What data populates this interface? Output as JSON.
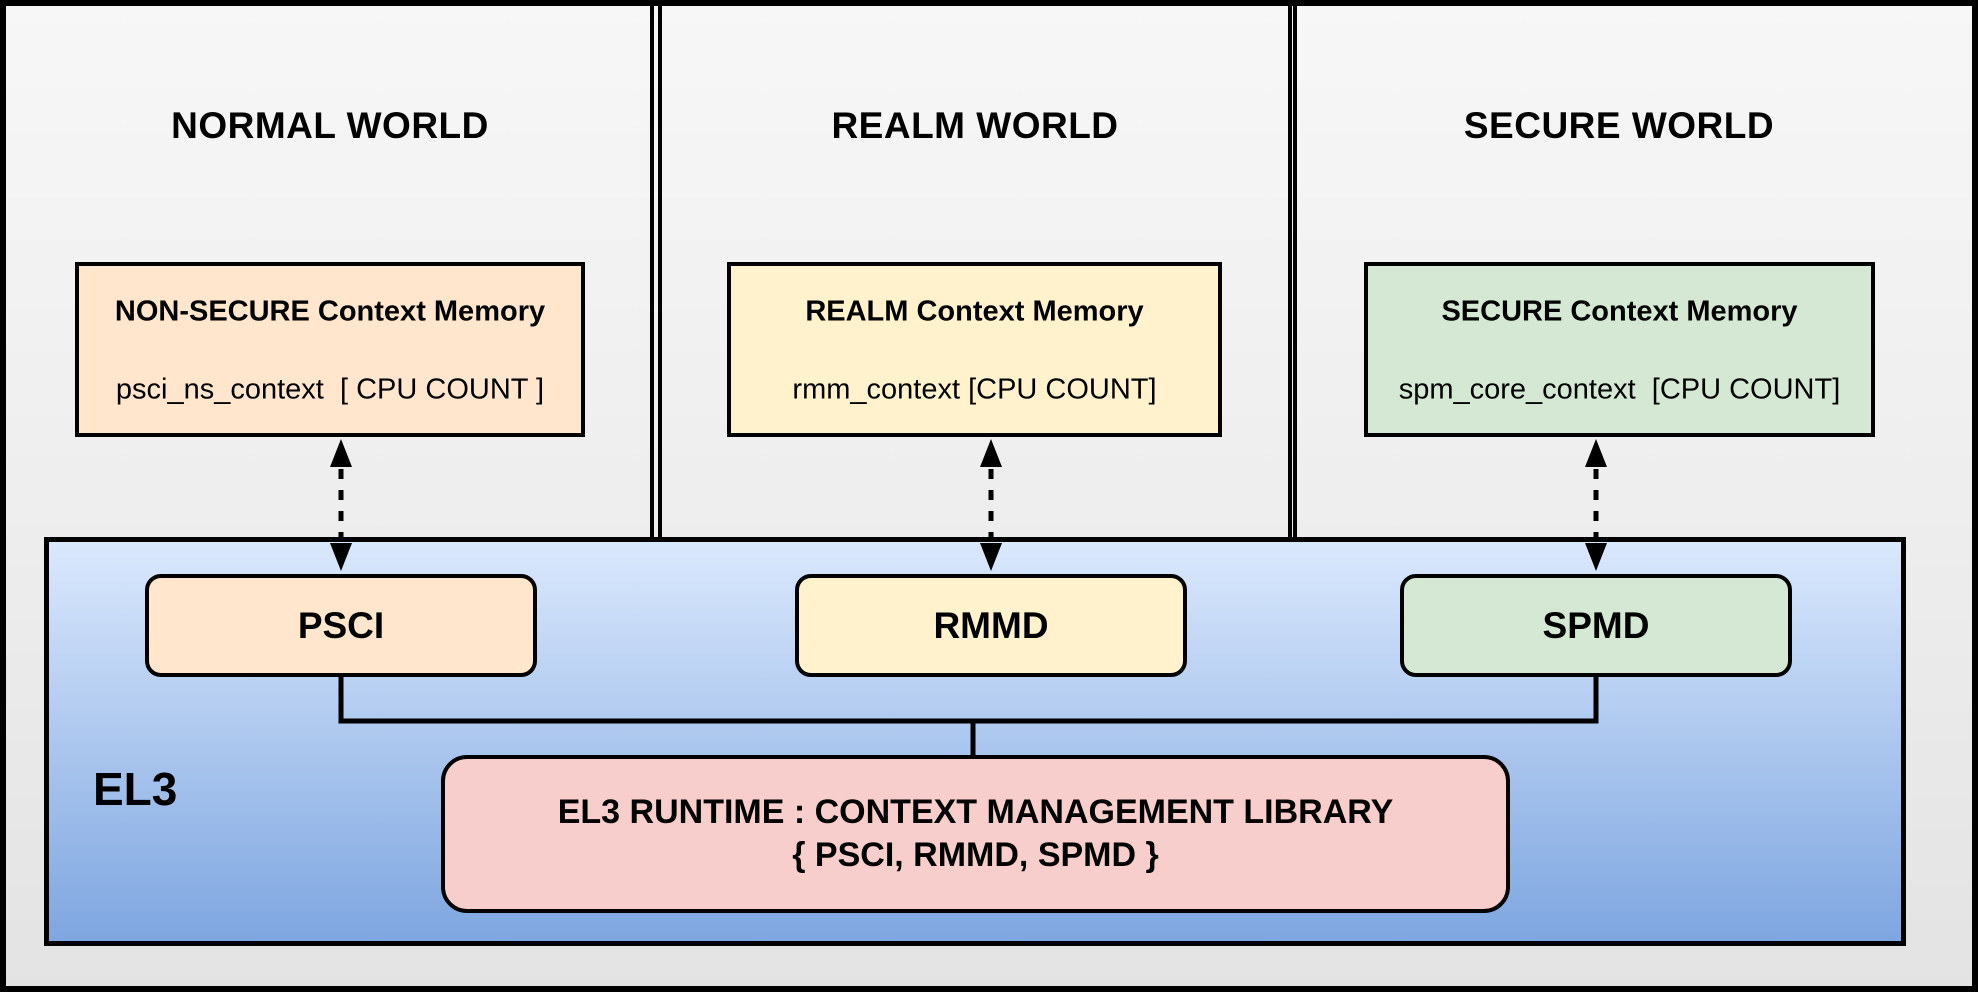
{
  "worlds": [
    {
      "title": "NORMAL WORLD",
      "memory_title": "NON-SECURE Context Memory",
      "memory_variable": "psci_ns_context  [ CPU COUNT ]",
      "el3_component": "PSCI",
      "fill": "#FFE6CC"
    },
    {
      "title": "REALM WORLD",
      "memory_title": "REALM Context Memory",
      "memory_variable": "rmm_context [CPU COUNT]",
      "el3_component": "RMMD",
      "fill": "#FFF2CC"
    },
    {
      "title": "SECURE WORLD",
      "memory_title": "SECURE Context Memory",
      "memory_variable": "spm_core_context  [CPU COUNT]",
      "el3_component": "SPMD",
      "fill": "#D5E8D4"
    }
  ],
  "el3": {
    "label": "EL3",
    "library_line1": "EL3 RUNTIME : CONTEXT MANAGEMENT LIBRARY",
    "library_line2": "{ PSCI, RMMD, SPMD }",
    "library_fill": "#F8CECC",
    "region_gradient_top": "#DAE8FC",
    "region_gradient_bottom": "#7EA6E0"
  },
  "colors": {
    "panel_background_top": "#F7F7F7",
    "panel_background_bottom": "#E3E3E3",
    "line": "#000000"
  }
}
